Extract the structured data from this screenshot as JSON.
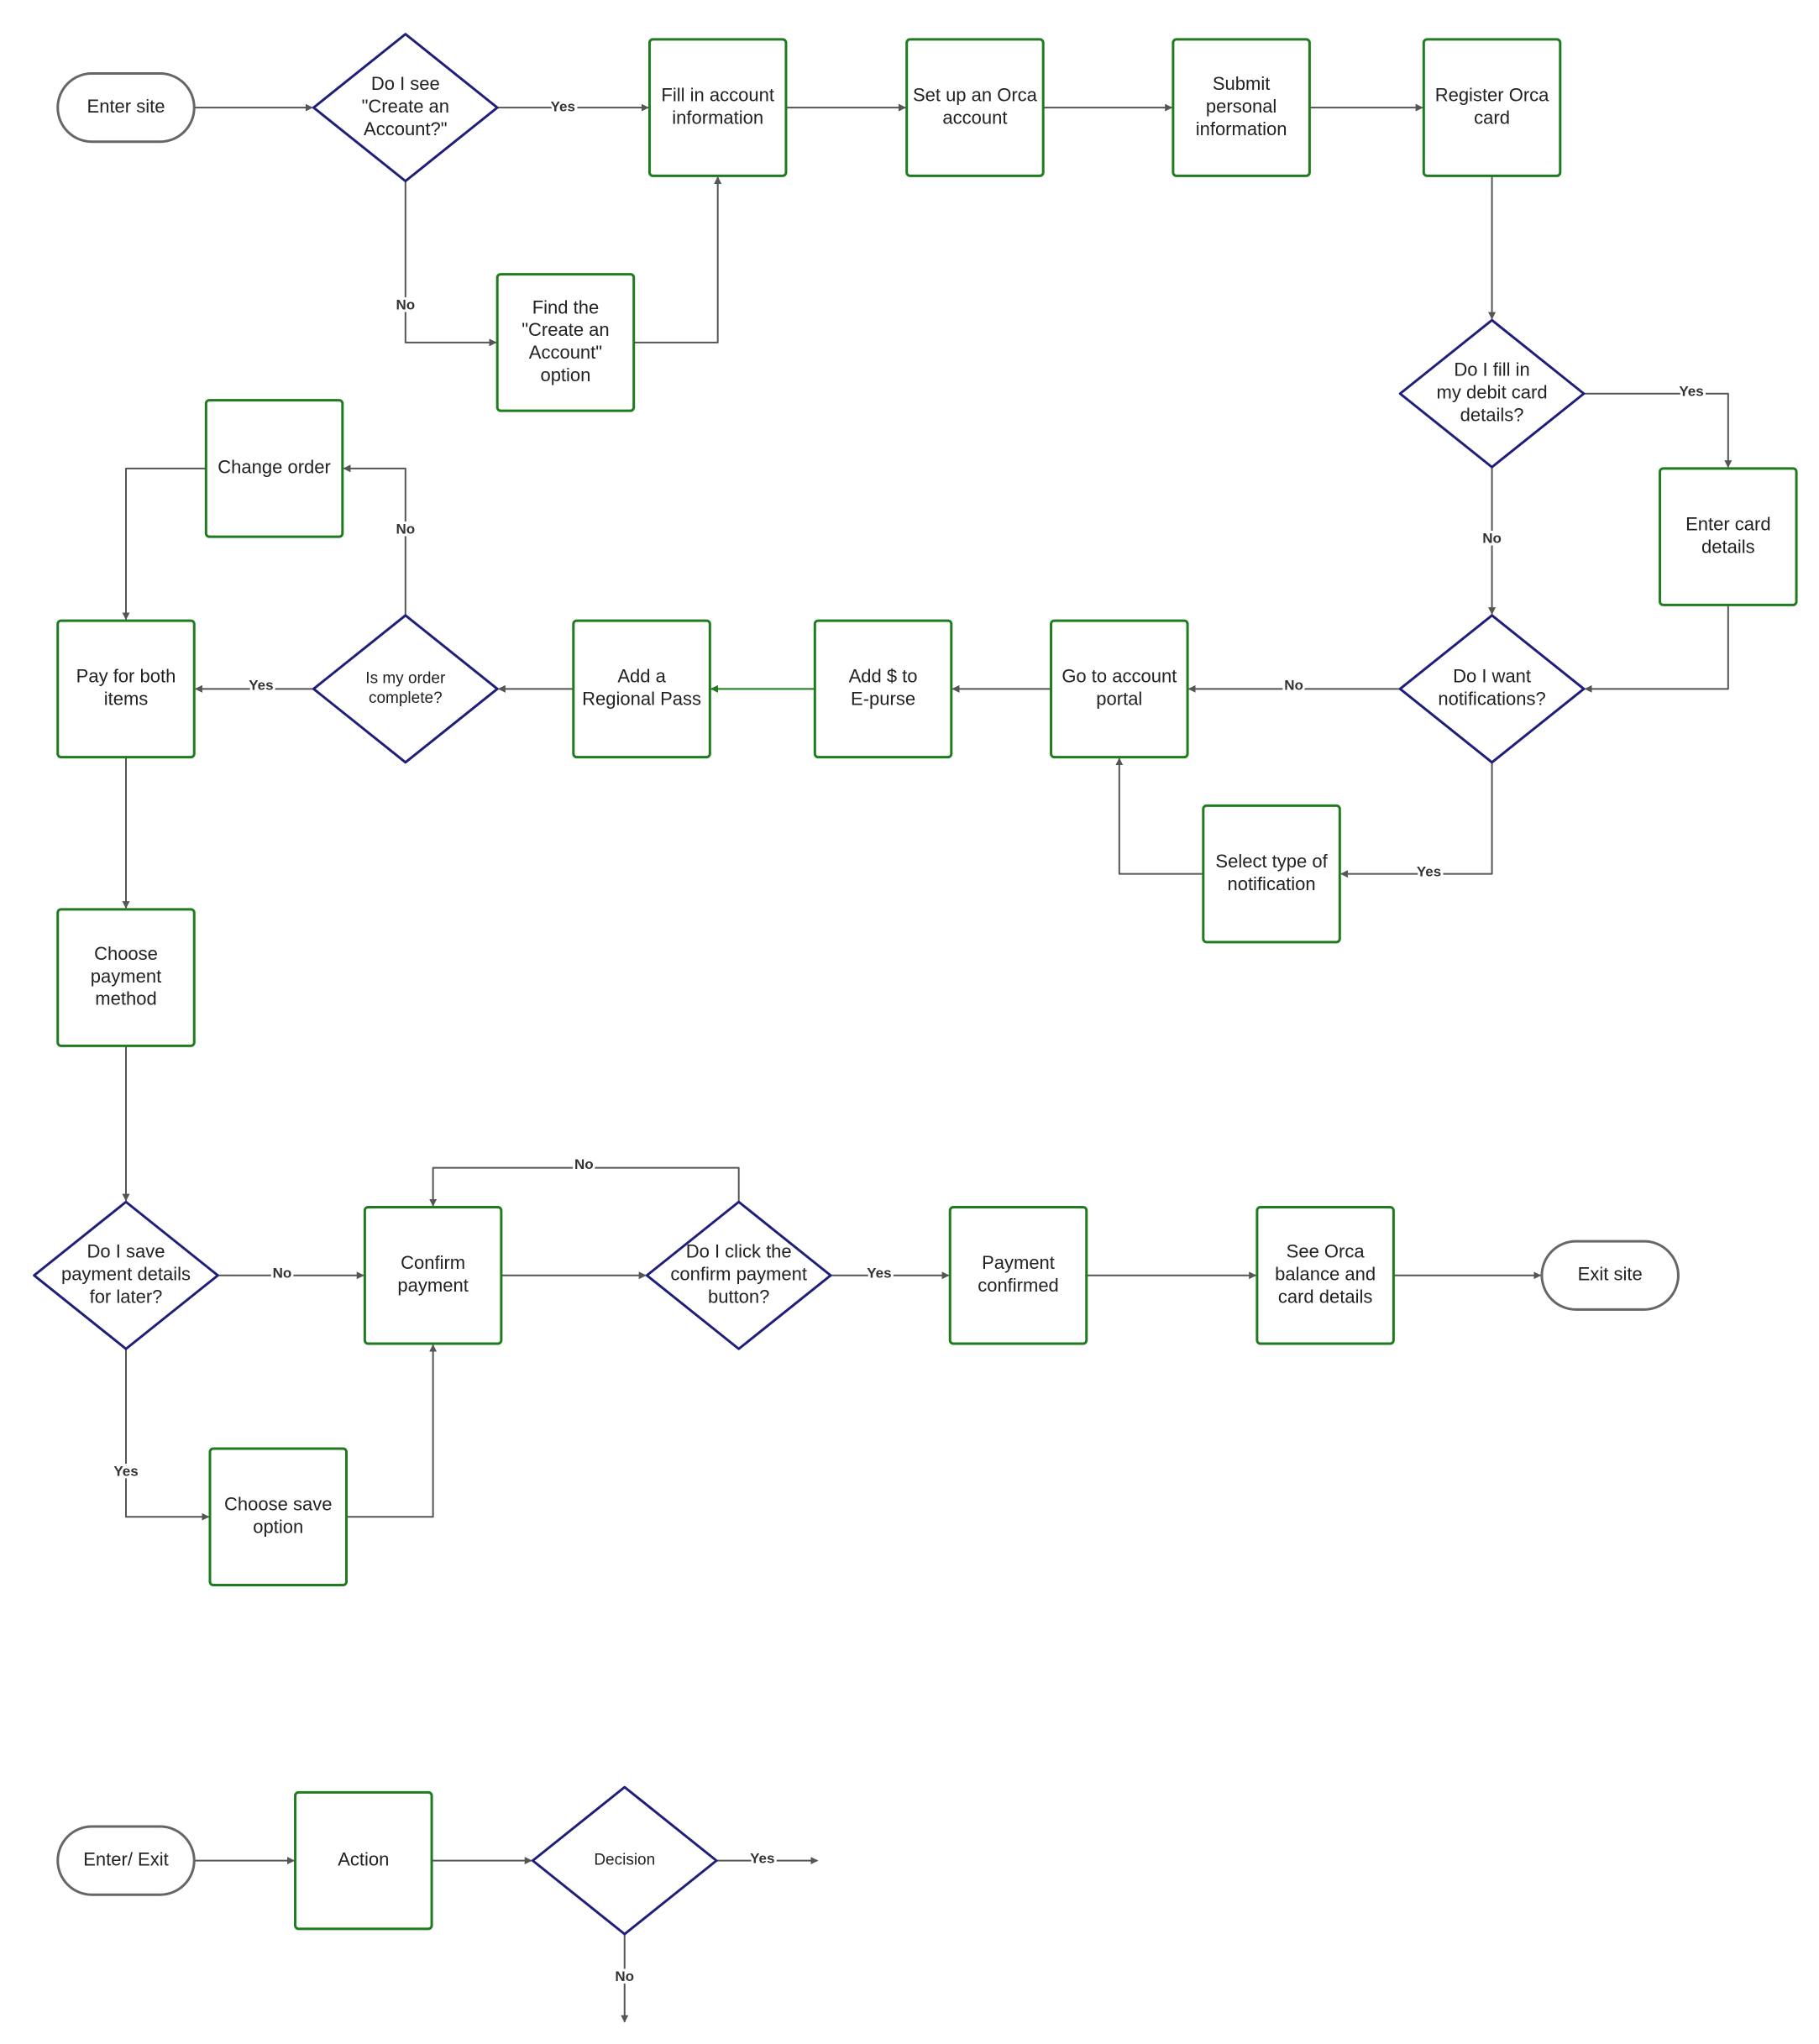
{
  "colors": {
    "action_stroke": "#1e7b1e",
    "decision_stroke": "#1f1f7a",
    "terminal_stroke": "#666666",
    "edge": "#555555",
    "edge_highlight": "#1e7b1e",
    "text": "#222222"
  },
  "nodes": {
    "enter_site": {
      "shape": "terminal",
      "lines": [
        "Enter site"
      ]
    },
    "see_create_account": {
      "shape": "decision",
      "lines": [
        "Do I see",
        "\"Create an",
        "Account?\""
      ]
    },
    "fill_account_info": {
      "shape": "action",
      "lines": [
        "Fill in account",
        "information"
      ]
    },
    "set_up_orca": {
      "shape": "action",
      "lines": [
        "Set up an Orca",
        "account"
      ]
    },
    "submit_personal": {
      "shape": "action",
      "lines": [
        "Submit",
        "personal",
        "information"
      ]
    },
    "register_orca": {
      "shape": "action",
      "lines": [
        "Register Orca",
        "card"
      ]
    },
    "find_create_account": {
      "shape": "action",
      "lines": [
        "Find the",
        "\"Create an",
        "Account\"",
        "option"
      ]
    },
    "fill_debit_details": {
      "shape": "decision",
      "lines": [
        "Do I fill in",
        "my debit card",
        "details?"
      ]
    },
    "enter_card_details": {
      "shape": "action",
      "lines": [
        "Enter card",
        "details"
      ]
    },
    "change_order": {
      "shape": "action",
      "lines": [
        "Change order"
      ]
    },
    "pay_both": {
      "shape": "action",
      "lines": [
        "Pay for both",
        "items"
      ]
    },
    "order_complete": {
      "shape": "decision",
      "lines": [
        "Is my order",
        "complete?"
      ]
    },
    "add_regional_pass": {
      "shape": "action",
      "lines": [
        "Add a",
        "Regional Pass"
      ]
    },
    "add_epurse": {
      "shape": "action",
      "lines": [
        "Add $ to",
        "E-purse"
      ]
    },
    "account_portal": {
      "shape": "action",
      "lines": [
        "Go to account",
        "portal"
      ]
    },
    "want_notifications": {
      "shape": "decision",
      "lines": [
        "Do I want",
        "notifications?"
      ]
    },
    "select_notification": {
      "shape": "action",
      "lines": [
        "Select type of",
        "notification"
      ]
    },
    "choose_payment": {
      "shape": "action",
      "lines": [
        "Choose",
        "payment",
        "method"
      ]
    },
    "save_payment": {
      "shape": "decision",
      "lines": [
        "Do I save",
        "payment details",
        "for later?"
      ]
    },
    "confirm_payment": {
      "shape": "action",
      "lines": [
        "Confirm",
        "payment"
      ]
    },
    "click_confirm": {
      "shape": "decision",
      "lines": [
        "Do I click the",
        "confirm payment",
        "button?"
      ]
    },
    "payment_confirmed": {
      "shape": "action",
      "lines": [
        "Payment",
        "confirmed"
      ]
    },
    "see_balance": {
      "shape": "action",
      "lines": [
        "See Orca",
        "balance and",
        "card details"
      ]
    },
    "exit_site": {
      "shape": "terminal",
      "lines": [
        "Exit site"
      ]
    },
    "choose_save_option": {
      "shape": "action",
      "lines": [
        "Choose save",
        "option"
      ]
    },
    "legend_enter_exit": {
      "shape": "terminal",
      "lines": [
        "Enter/ Exit"
      ]
    },
    "legend_action": {
      "shape": "action",
      "lines": [
        "Action"
      ]
    },
    "legend_decision": {
      "shape": "decision",
      "lines": [
        "Decision"
      ]
    }
  },
  "edges": [
    {
      "from": "enter_site",
      "to": "see_create_account",
      "label": ""
    },
    {
      "from": "see_create_account",
      "to": "fill_account_info",
      "label": "Yes"
    },
    {
      "from": "see_create_account",
      "to": "find_create_account",
      "label": "No"
    },
    {
      "from": "find_create_account",
      "to": "fill_account_info",
      "label": ""
    },
    {
      "from": "fill_account_info",
      "to": "set_up_orca",
      "label": ""
    },
    {
      "from": "set_up_orca",
      "to": "submit_personal",
      "label": ""
    },
    {
      "from": "submit_personal",
      "to": "register_orca",
      "label": ""
    },
    {
      "from": "register_orca",
      "to": "fill_debit_details",
      "label": ""
    },
    {
      "from": "fill_debit_details",
      "to": "enter_card_details",
      "label": "Yes"
    },
    {
      "from": "fill_debit_details",
      "to": "want_notifications",
      "label": "No"
    },
    {
      "from": "enter_card_details",
      "to": "want_notifications",
      "label": ""
    },
    {
      "from": "want_notifications",
      "to": "account_portal",
      "label": "No"
    },
    {
      "from": "want_notifications",
      "to": "select_notification",
      "label": "Yes"
    },
    {
      "from": "select_notification",
      "to": "account_portal",
      "label": ""
    },
    {
      "from": "account_portal",
      "to": "add_epurse",
      "label": ""
    },
    {
      "from": "add_epurse",
      "to": "add_regional_pass",
      "label": "",
      "highlight": true
    },
    {
      "from": "add_regional_pass",
      "to": "order_complete",
      "label": ""
    },
    {
      "from": "order_complete",
      "to": "pay_both",
      "label": "Yes"
    },
    {
      "from": "order_complete",
      "to": "change_order",
      "label": "No"
    },
    {
      "from": "change_order",
      "to": "pay_both",
      "label": ""
    },
    {
      "from": "pay_both",
      "to": "choose_payment",
      "label": ""
    },
    {
      "from": "choose_payment",
      "to": "save_payment",
      "label": ""
    },
    {
      "from": "save_payment",
      "to": "confirm_payment",
      "label": "No"
    },
    {
      "from": "save_payment",
      "to": "choose_save_option",
      "label": "Yes"
    },
    {
      "from": "choose_save_option",
      "to": "confirm_payment",
      "label": ""
    },
    {
      "from": "confirm_payment",
      "to": "click_confirm",
      "label": ""
    },
    {
      "from": "click_confirm",
      "to": "confirm_payment",
      "label": "No"
    },
    {
      "from": "click_confirm",
      "to": "payment_confirmed",
      "label": "Yes"
    },
    {
      "from": "payment_confirmed",
      "to": "see_balance",
      "label": ""
    },
    {
      "from": "see_balance",
      "to": "exit_site",
      "label": ""
    },
    {
      "from": "legend_enter_exit",
      "to": "legend_action",
      "label": ""
    },
    {
      "from": "legend_action",
      "to": "legend_decision",
      "label": ""
    },
    {
      "from": "legend_decision",
      "to": "legend_yes_end",
      "label": "Yes"
    },
    {
      "from": "legend_decision",
      "to": "legend_no_end",
      "label": "No"
    }
  ]
}
